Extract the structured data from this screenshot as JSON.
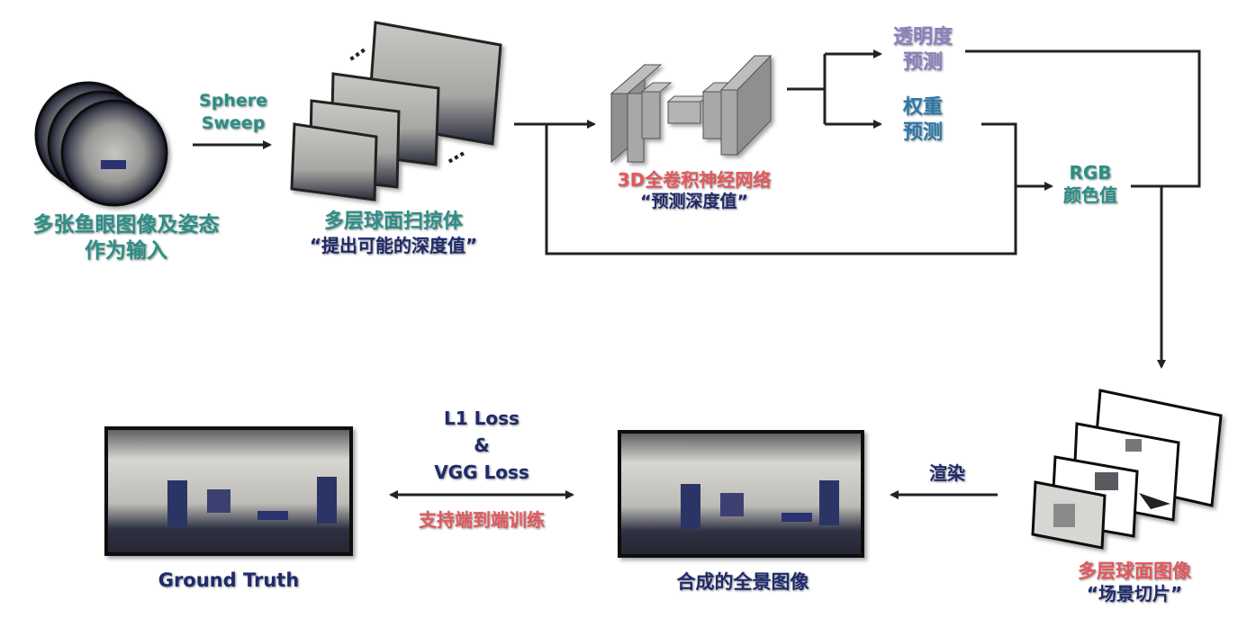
{
  "input_label": [
    "多张鱼眼图像及姿态",
    "作为输入"
  ],
  "sphere_sweep_label": [
    "Sphere",
    "Sweep"
  ],
  "sweep_volume_label": [
    "多层球面扫掠体",
    "“提出可能的深度值”"
  ],
  "network_label": [
    "3D全卷积神经网络",
    "“预测深度值”"
  ],
  "alpha_label": [
    "透明度",
    "预测"
  ],
  "weight_label": [
    "权重",
    "预测"
  ],
  "rgb_label": [
    "RGB",
    "颜色值"
  ],
  "msi_label": [
    "多层球面图像",
    "“场景切片”"
  ],
  "render_label": "渲染",
  "loss_label": [
    "L1 Loss",
    "&",
    "VGG Loss"
  ],
  "endtoend_label": "支持端到端训练",
  "synth_label": "合成的全景图像",
  "gt_label": "Ground Truth",
  "ellipsis": "…",
  "colors": {
    "teal": "#2a8f86",
    "navy": "#1f2a6b",
    "red": "#e2585c",
    "purple": "#8a7fbf",
    "blue": "#2a78a8"
  }
}
